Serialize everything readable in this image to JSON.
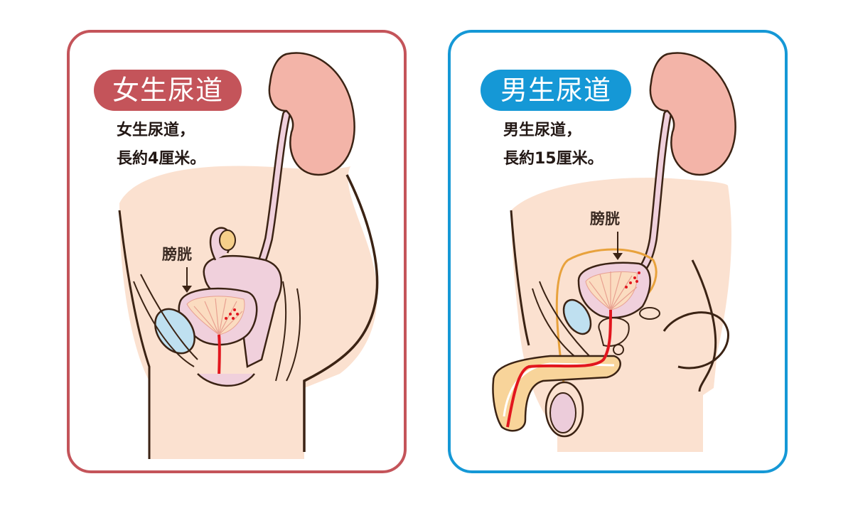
{
  "female": {
    "title": "女生尿道",
    "desc_line1": "女生尿道，",
    "desc_line2": "長約4厘米。",
    "bladder_label": "膀胱",
    "urethra_length_cm": 4,
    "frame_color": "#c4545a"
  },
  "male": {
    "title": "男生尿道",
    "desc_line1": "男生尿道，",
    "desc_line2": "長約15厘米。",
    "bladder_label": "膀胱",
    "urethra_length_cm": 15,
    "frame_color": "#1598d6"
  },
  "colors": {
    "skin": "#fbe1d0",
    "kidney": "#f3b4a8",
    "outline": "#3b2314",
    "urethra": "#e2161e",
    "bladder_wall": "#f0d0dc",
    "bladder_inner": "#fbdcc0",
    "pubic_bone": "#bfe0f0",
    "penis": "#f8d49a",
    "vas_deferens": "#e8a23c"
  }
}
